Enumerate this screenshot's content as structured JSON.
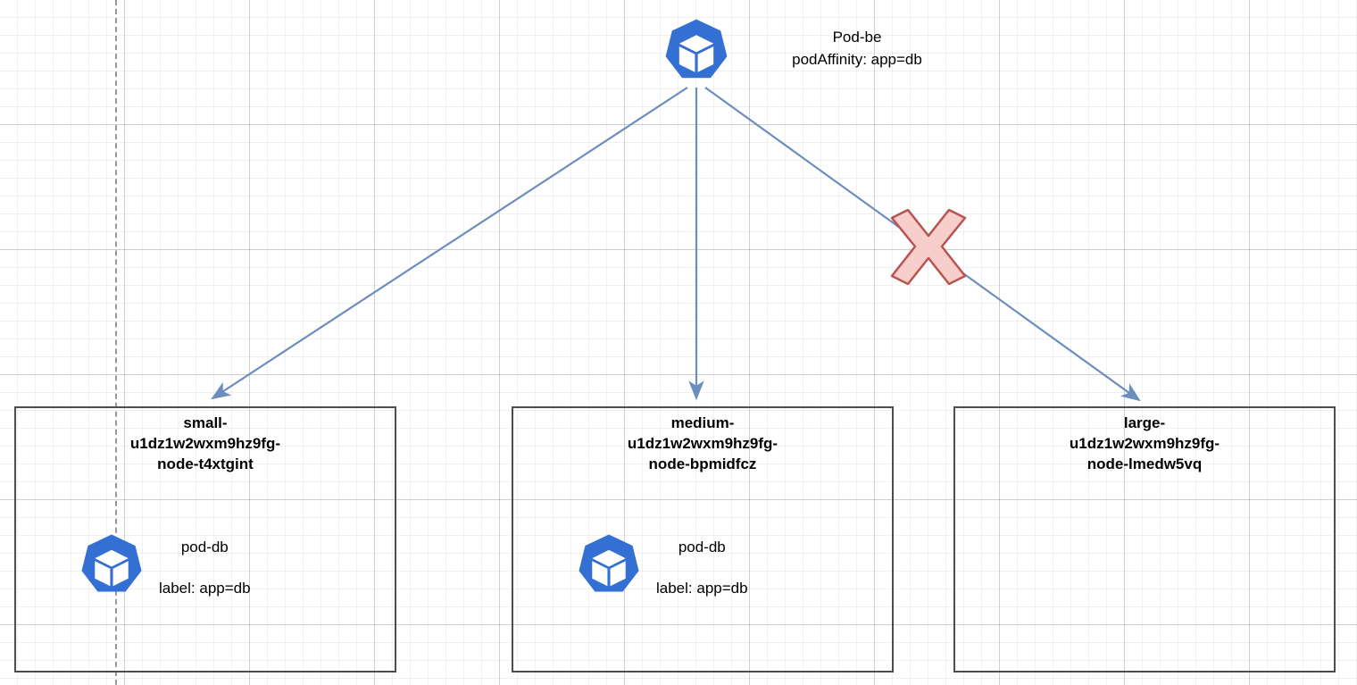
{
  "diagram": {
    "title_pod": {
      "icon": "kubernetes-pod-icon",
      "caption": "Pod-be\npodAffinity: app=db"
    },
    "nodes": [
      {
        "id": "small-node",
        "title": "small-\nu1dz1w2wxm9hz9fg-\nnode-t4xtgint",
        "has_pod": true,
        "pod": {
          "icon": "kubernetes-pod-icon",
          "name": "pod-db",
          "label": "label: app=db"
        }
      },
      {
        "id": "medium-node",
        "title": "medium-\nu1dz1w2wxm9hz9fg-\nnode-bpmidfcz",
        "has_pod": true,
        "pod": {
          "icon": "kubernetes-pod-icon",
          "name": "pod-db",
          "label": "label: app=db"
        }
      },
      {
        "id": "large-node",
        "title": "large-\nu1dz1w2wxm9hz9fg-\nnode-lmedw5vq",
        "has_pod": false,
        "pod": null
      }
    ],
    "edges": [
      {
        "id": "edge-to-small",
        "from": "title-pod",
        "to": "small-node",
        "blocked": false
      },
      {
        "id": "edge-to-medium",
        "from": "title-pod",
        "to": "medium-node",
        "blocked": false
      },
      {
        "id": "edge-to-large",
        "from": "title-pod",
        "to": "large-node",
        "blocked": true
      }
    ],
    "blocked_marker": {
      "icon": "x-cross-icon",
      "meaning": "scheduling blocked"
    },
    "colors": {
      "pod_blue": "#3470d4",
      "edge_blue": "#6c8ebf",
      "box_border": "#4d4d4d",
      "x_fill": "#f8cecc",
      "x_stroke": "#b85450",
      "grid_minor": "#eeeeee",
      "grid_major": "#dddddd",
      "guide_dash": "#999999",
      "text": "#000000"
    }
  }
}
